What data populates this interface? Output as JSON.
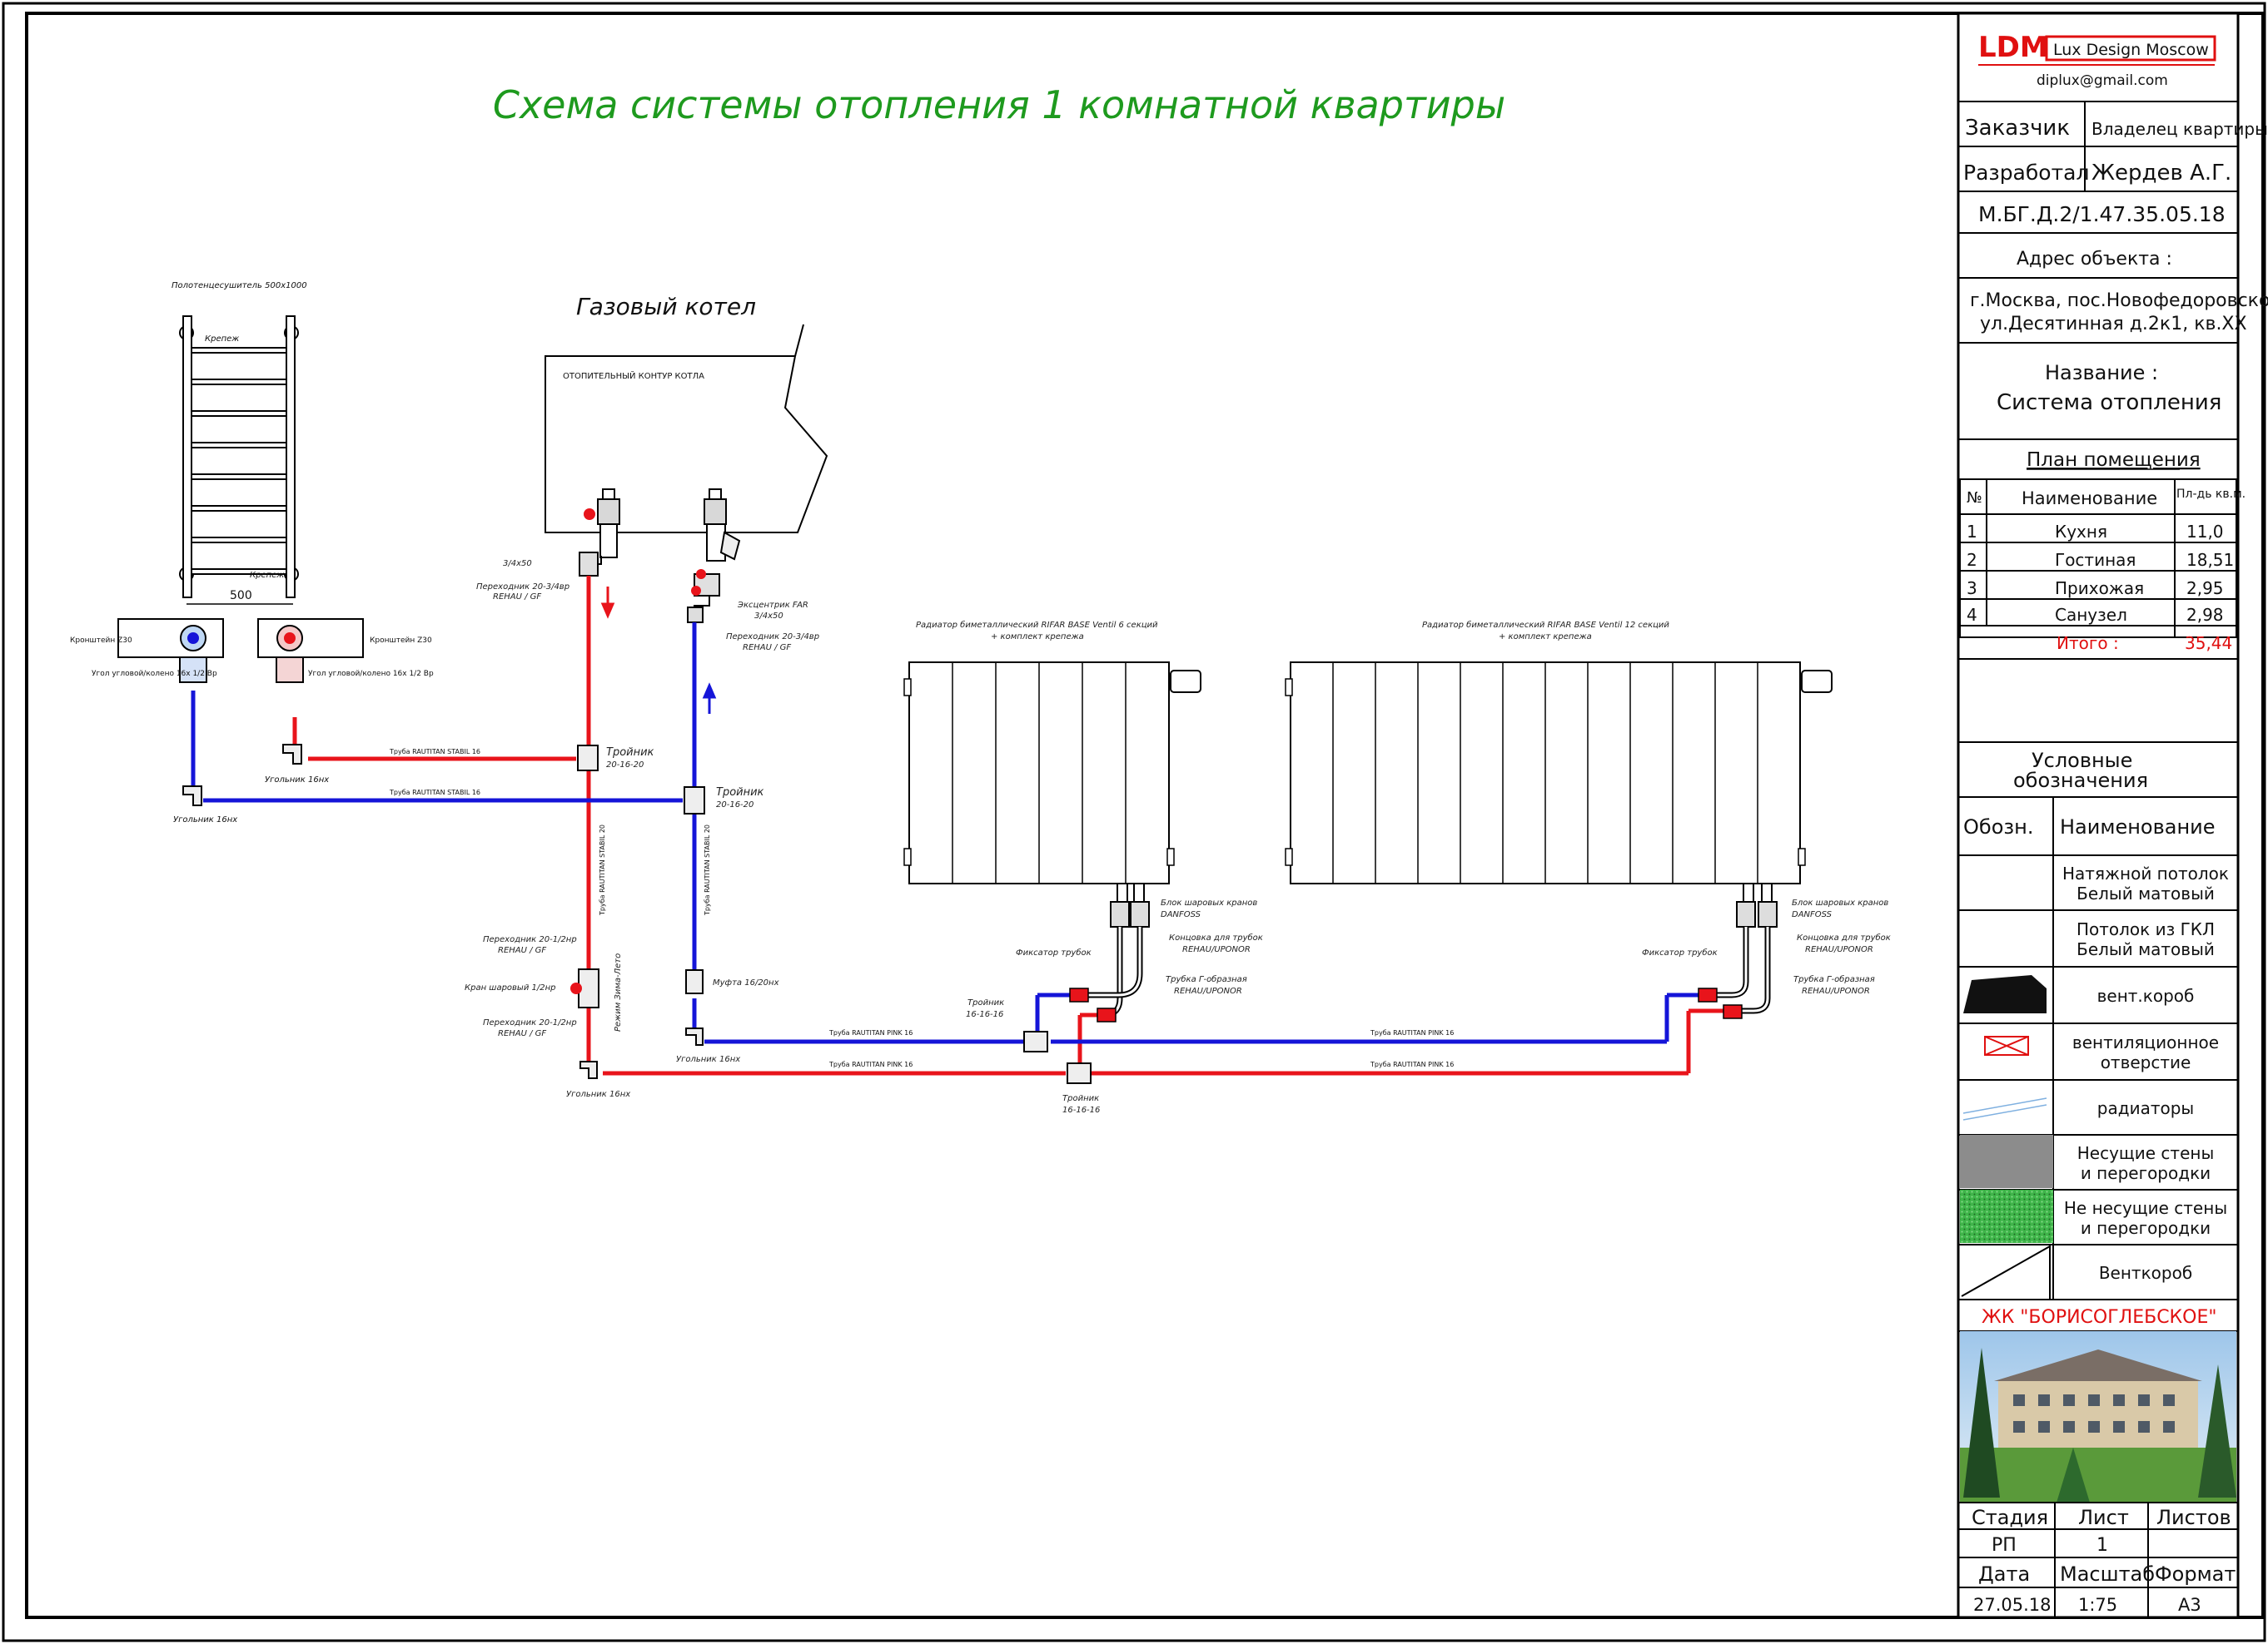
{
  "title": "Схема системы отопления 1 комнатной квартиры",
  "boiler": {
    "title": "Газовый котел",
    "contour": "ОТОПИТЕЛЬНЫЙ КОНТУР КОТЛА"
  },
  "towel": {
    "title": "Полотенцесушитель 500х1000",
    "fix1": "Крепеж",
    "fix2": "Крепеж",
    "width": "500",
    "bracket_left": "Кронштейн Z30",
    "bracket_right": "Кронштейн Z30",
    "union_left": "Угол угловой/колено 16х 1/2 Вр",
    "union_right": "Угол угловой/колено 16х 1/2 Вр",
    "elbow_left": "Угольник 16нх",
    "elbow_right": "Угольник 16нх"
  },
  "labels": {
    "supply_size": "3/4х50",
    "supply_adapter": "Переходник 20-3/4вр",
    "supply_adapter_brand": "REHAU / GF",
    "eccentric": "Эксцентрик FAR",
    "eccentric_size": "3/4х50",
    "return_adapter": "Переходник 20-3/4вр",
    "return_adapter_brand": "REHAU / GF",
    "tee1": "Тройник",
    "tee1_size": "20-16-20",
    "tee2": "Тройник",
    "tee2_size": "20-16-20",
    "pipe_stabil_1": "Труба RAUTITAN STABIL 16",
    "pipe_stabil_2": "Труба RAUTITAN STABIL 16",
    "pipe_stabil_v1": "Труба RAUTITAN STABIL 20",
    "pipe_stabil_v2": "Труба RAUTITAN STABIL 20",
    "adapter_a": "Переходник 20-1/2нр",
    "adapter_a_brand": "REHAU / GF",
    "ball_valve": "Кран шаровый 1/2нр",
    "adapter_b": "Переходник 20-1/2нр",
    "adapter_b_brand": "REHAU / GF",
    "mode": "Режим Зима-Лето",
    "coupling": "Муфта 16/20нх",
    "elbow_bottom_1": "Угольник 16нх",
    "elbow_bottom_2": "Угольник 16нх",
    "tee3": "Тройник",
    "tee3_size": "16-16-16",
    "tee4": "Тройник",
    "tee4_size": "16-16-16",
    "pipe_pink_1": "Труба RAUTITAN PINK 16",
    "pipe_pink_2": "Труба RAUTITAN PINK 16",
    "pipe_pink_3": "Труба RAUTITAN PINK 16",
    "pipe_pink_4": "Труба RAUTITAN PINK 16",
    "rad1_title": "Радиатор биметаллический RIFAR BASE Ventil 6 секций",
    "rad1_sub": "+ комплект крепежа",
    "rad2_title": "Радиатор биметаллический RIFAR BASE Ventil 12 секций",
    "rad2_sub": "+ комплект крепежа",
    "block1": "Блок шаровых кранов",
    "block1_brand": "DANFOSS",
    "block2": "Блок шаровых кранов",
    "block2_brand": "DANFOSS",
    "end1": "Концовка для трубок",
    "end1_brand": "REHAU/UPONOR",
    "end2": "Концовка для трубок",
    "end2_brand": "REHAU/UPONOR",
    "fixer1": "Фиксатор трубок",
    "fixer2": "Фиксатор трубок",
    "tube1": "Трубка Г-образная",
    "tube1_brand": "REHAU/UPONOR",
    "tube2": "Трубка Г-образная",
    "tube2_brand": "REHAU/UPONOR"
  },
  "titleblock": {
    "logo": "LDM",
    "company": "Lux Design Moscow",
    "email": "diplux@gmail.com",
    "customer_label": "Заказчик",
    "customer_value": "Владелец квартиры",
    "developer_label": "Разработал",
    "developer_value": "Жердев А.Г.",
    "code": "М.БГ.Д.2/1.47.35.05.18",
    "address_label": "Адрес объекта :",
    "address_line1": "г.Москва, пос.Новофедоровское",
    "address_line2": "ул.Десятинная д.2к1, кв.ХХ",
    "name_label": "Название :",
    "name_value": "Система отопления",
    "plan_title": "План помещения",
    "plan_headers": [
      "№",
      "Наименование",
      "Пл-дь кв.м."
    ],
    "rooms": [
      {
        "n": "1",
        "name": "Кухня",
        "area": "11,0"
      },
      {
        "n": "2",
        "name": "Гостиная",
        "area": "18,51"
      },
      {
        "n": "3",
        "name": "Прихожая",
        "area": "2,95"
      },
      {
        "n": "4",
        "name": "Санузел",
        "area": "2,98"
      }
    ],
    "total_label": "Итого :",
    "total_value": "35,44",
    "legend_title_1": "Условные",
    "legend_title_2": "обозначения",
    "legend_col1": "Обозн.",
    "legend_col2": "Наименование",
    "legend": [
      {
        "line1": "Натяжной потолок",
        "line2": "Белый матовый"
      },
      {
        "line1": "Потолок из ГКЛ",
        "line2": "Белый матовый"
      },
      {
        "line1": "вент.короб",
        "line2": ""
      },
      {
        "line1": "вентиляционное",
        "line2": "отверстие"
      },
      {
        "line1": "радиаторы",
        "line2": ""
      },
      {
        "line1": "Несущие стены",
        "line2": "и перегородки"
      },
      {
        "line1": "Не несущие стены",
        "line2": "и перегородки"
      },
      {
        "line1": "Венткороб",
        "line2": ""
      }
    ],
    "project": "ЖК \"БОРИСОГЛЕБСКОЕ\"",
    "stage_label": "Стадия",
    "sheet_label": "Лист",
    "sheets_label": "Листов",
    "stage_value": "РП",
    "sheet_value": "1",
    "sheets_value": "",
    "date_label": "Дата",
    "scale_label": "Масштаб",
    "format_label": "Формат",
    "date_value": "27.05.18",
    "scale_value": "1:75",
    "format_value": "А3"
  },
  "colors": {
    "supply": "#e8141b",
    "return": "#1515d8",
    "title": "#1e9a1e",
    "accent_red": "#e01010"
  }
}
